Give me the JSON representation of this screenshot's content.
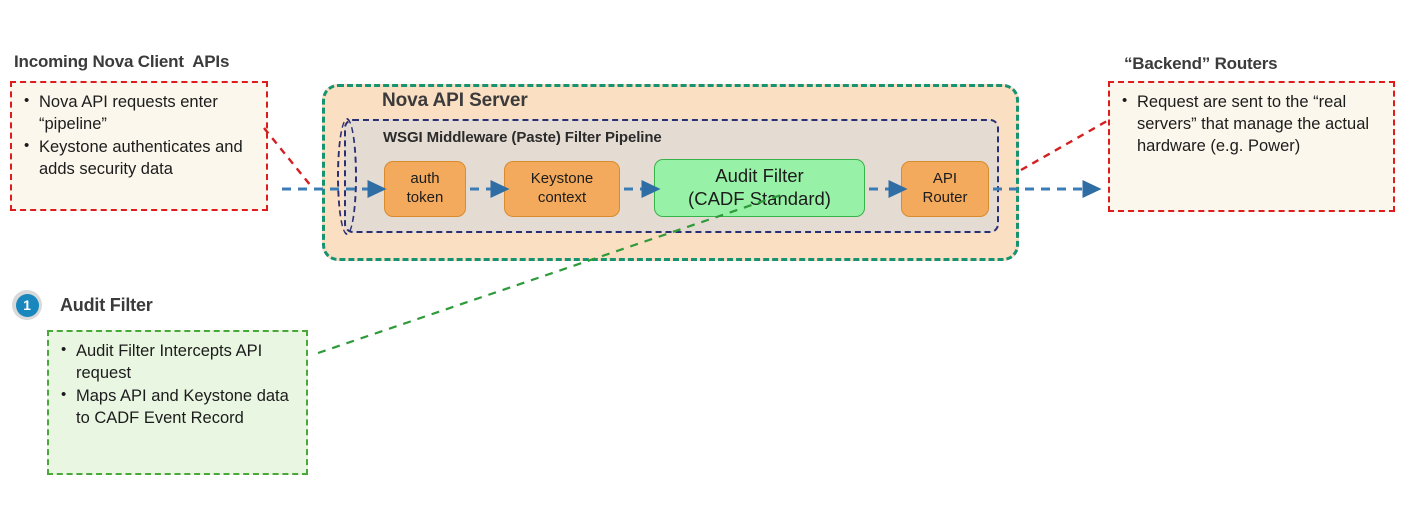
{
  "diagram": {
    "title": "Nova API Server Audit Filter Pipeline",
    "colors": {
      "server_fill": "#fbdfc3",
      "server_border": "#179372",
      "pipeline_fill": "#e4dbd2",
      "pipeline_border": "#2b2f74",
      "node_orange": "#f4aa5c",
      "node_green": "#97f1a6",
      "callout_red_border": "#e01b1b",
      "callout_red_fill": "#fbf7ec",
      "callout_green_border": "#4aa83a",
      "callout_green_fill": "#e9f6e1",
      "arrow_blue": "#3c7cb5",
      "badge_blue": "#1787bd"
    }
  },
  "left_callout": {
    "heading": "Incoming Nova Client  APIs",
    "bullets": [
      "Nova API requests enter “pipeline”",
      "Keystone authenticates and adds security data"
    ]
  },
  "right_callout": {
    "heading": "“Backend” Routers",
    "bullets": [
      "Request are sent to the “real servers” that manage the actual hardware (e.g. Power)"
    ]
  },
  "server": {
    "title": "Nova API Server",
    "pipeline": {
      "title": "WSGI Middleware (Paste) Filter Pipeline",
      "nodes": [
        {
          "id": "auth-token",
          "line1": "auth",
          "line2": "token",
          "style": "orange"
        },
        {
          "id": "keystone-context",
          "line1": "Keystone",
          "line2": "context",
          "style": "orange"
        },
        {
          "id": "audit-filter",
          "line1": "Audit Filter",
          "line2": "(CADF Standard)",
          "style": "green"
        },
        {
          "id": "api-router",
          "line1": "API",
          "line2": "Router",
          "style": "orange"
        }
      ]
    }
  },
  "audit_note": {
    "badge": "1",
    "heading": "Audit Filter",
    "bullets": [
      "Audit Filter Intercepts API request",
      "Maps API and Keystone data to CADF Event Record"
    ]
  }
}
